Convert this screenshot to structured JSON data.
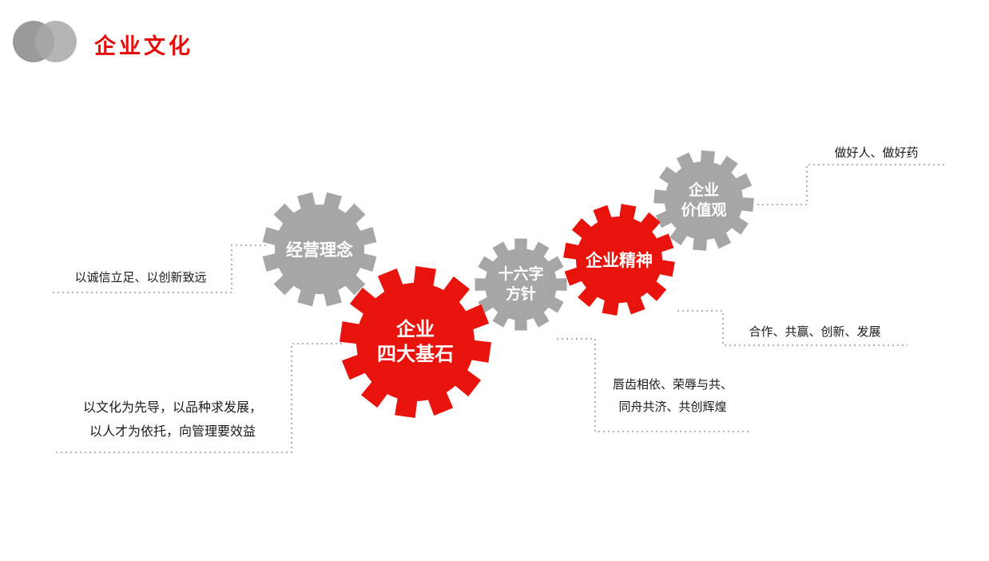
{
  "slide": {
    "title": "企业文化"
  },
  "colors": {
    "accent_red": "#e8130c",
    "gear_gray": "#a6a6a6",
    "line_gray": "#9b9b9b",
    "title_red": "#e60c0c",
    "text": "#1a1a1a"
  },
  "gears": [
    {
      "id": "business-philosophy",
      "lines": [
        "经营理念"
      ],
      "color": "#a6a6a6"
    },
    {
      "id": "four-cornerstones",
      "lines": [
        "企业",
        "四大基石"
      ],
      "color": "#e8130c"
    },
    {
      "id": "sixteen-char-policy",
      "lines": [
        "十六字",
        "方针"
      ],
      "color": "#a6a6a6"
    },
    {
      "id": "enterprise-spirit",
      "lines": [
        "企业精神"
      ],
      "color": "#e8130c"
    },
    {
      "id": "enterprise-values",
      "lines": [
        "企业",
        "价值观"
      ],
      "color": "#a6a6a6"
    }
  ],
  "callouts": [
    {
      "id": "philosophy-note",
      "lines": [
        "以诚信立足、以创新致远"
      ]
    },
    {
      "id": "cornerstones-note",
      "lines": [
        "以文化为先导，以品种求发展，",
        "以人才为依托，向管理要效益"
      ]
    },
    {
      "id": "policy-note",
      "lines": [
        "唇齿相依、荣辱与共、",
        "同舟共济、共创辉煌"
      ]
    },
    {
      "id": "spirit-note",
      "lines": [
        "合作、共赢、创新、发展"
      ]
    },
    {
      "id": "values-note",
      "lines": [
        "做好人、做好药"
      ]
    }
  ]
}
